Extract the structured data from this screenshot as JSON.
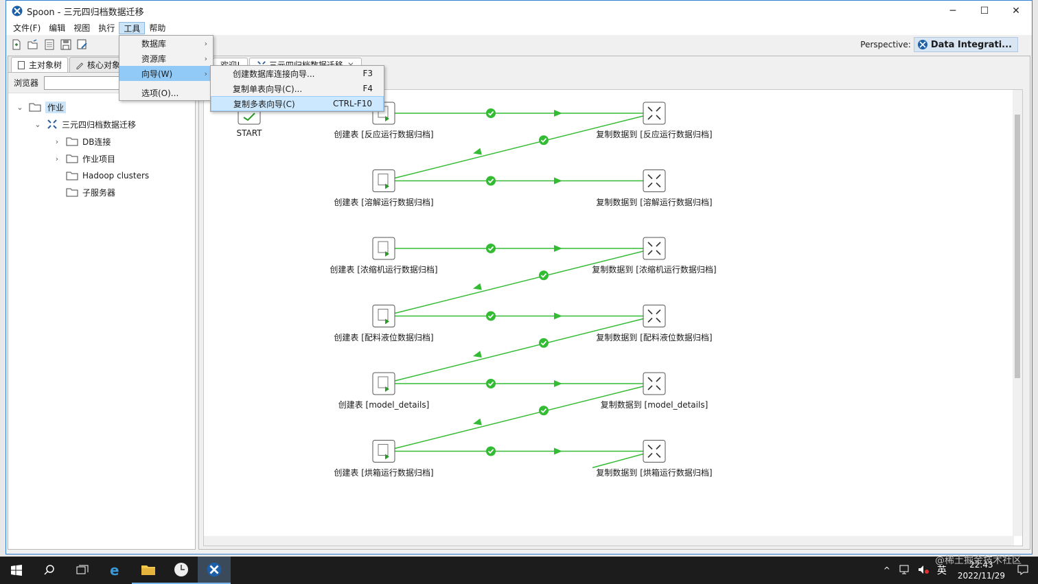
{
  "window": {
    "title": "Spoon - 三元四归档数据迁移",
    "minimize": "─",
    "maximize": "☐",
    "close": "✕"
  },
  "menubar": [
    "文件(F)",
    "编辑",
    "视图",
    "执行",
    "工具",
    "帮助"
  ],
  "perspective": {
    "label": "Perspective:",
    "value": "Data Integrati..."
  },
  "left_tabs": [
    "主对象树",
    "核心对象"
  ],
  "browser_label": "浏览器",
  "tree": {
    "root": "作业",
    "job": "三元四归档数据迁移",
    "children": [
      "DB连接",
      "作业项目",
      "Hadoop clusters",
      "子服务器"
    ]
  },
  "editor_tabs": [
    "欢迎!",
    "三元四归档数据迁移"
  ],
  "tools_menu": {
    "items": [
      "数据库",
      "资源库",
      "向导(W)",
      "选项(O)..."
    ]
  },
  "wizard_menu": {
    "items": [
      {
        "label": "创建数据库连接向导...",
        "shortcut": "F3"
      },
      {
        "label": "复制单表向导(C)...",
        "shortcut": "F4"
      },
      {
        "label": "复制多表向导(C)",
        "shortcut": "CTRL-F10"
      }
    ]
  },
  "canvas": {
    "start_label": "START",
    "create_nodes": [
      "创建表 [反应运行数据归档]",
      "创建表 [溶解运行数据归档]",
      "创建表 [浓缩机运行数据归档]",
      "创建表 [配料液位数据归档]",
      "创建表 [model_details]",
      "创建表 [烘箱运行数据归档]"
    ],
    "copy_nodes": [
      "复制数据到 [反应运行数据归档]",
      "复制数据到 [溶解运行数据归档]",
      "复制数据到 [浓缩机运行数据归档]",
      "复制数据到 [配料液位数据归档]",
      "复制数据到 [model_details]",
      "复制数据到 [烘箱运行数据归档]"
    ],
    "hop_color": "#33bb33"
  },
  "taskbar": {
    "time": "22:43",
    "date": "2022/11/29",
    "ime": "英"
  },
  "watermark": "@稀土掘金技术社区"
}
